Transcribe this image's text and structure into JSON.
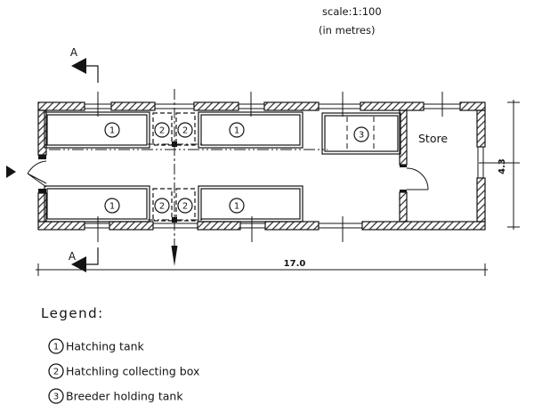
{
  "header": {
    "scale": "scale:1:100",
    "units": "(in metres)"
  },
  "plan": {
    "section_label": "A",
    "store_label": "Store",
    "dims": {
      "length": "17.0",
      "width": "4.3"
    },
    "tags": {
      "hatching_tank": "1",
      "collecting_box": "2",
      "breeder_tank": "3"
    }
  },
  "legend": {
    "heading": "Legend:",
    "items": [
      {
        "tag": "1",
        "label": "Hatching tank"
      },
      {
        "tag": "2",
        "label": "Hatchling collecting box"
      },
      {
        "tag": "3",
        "label": "Breeder holding tank"
      }
    ]
  },
  "colors": {
    "ink": "#141414",
    "paper": "#ffffff"
  }
}
